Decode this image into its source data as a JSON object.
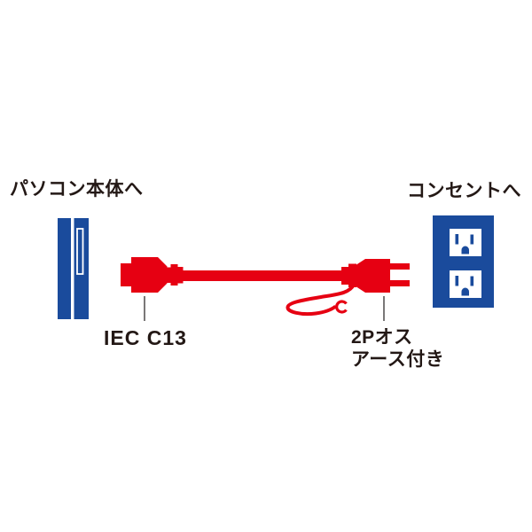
{
  "diagram": {
    "left_caption": "パソコン本体へ",
    "right_caption": "コンセントへ",
    "left_connector_label": "IEC C13",
    "right_connector_label_line1": "2Pオス",
    "right_connector_label_line2": "アース付き",
    "colors": {
      "cable_red": "#e60012",
      "device_blue": "#1a4b9c",
      "text_black": "#231815",
      "leader_gray": "#595757",
      "white": "#ffffff"
    }
  }
}
